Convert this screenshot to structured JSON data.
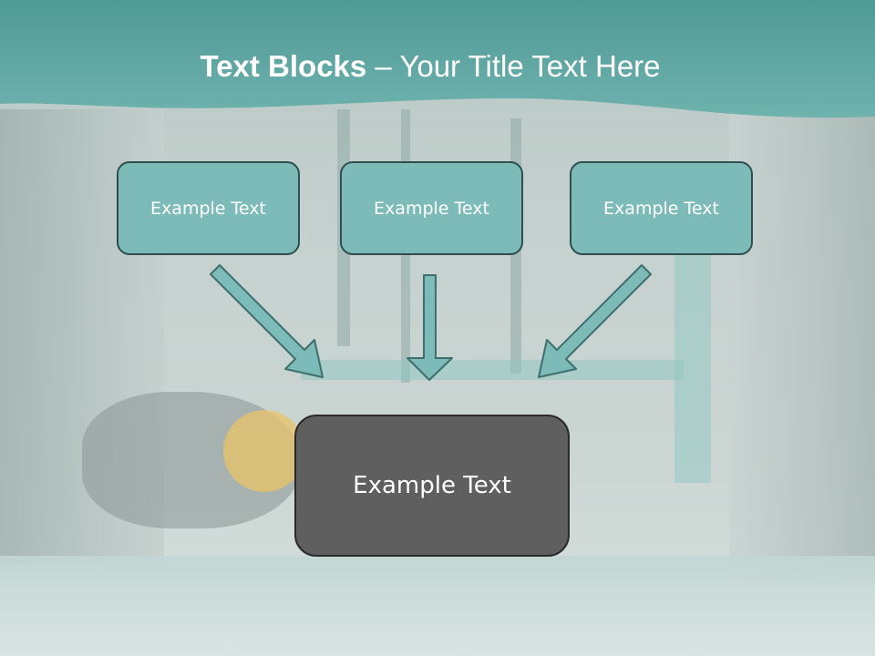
{
  "slide": {
    "title_bold": "Text Blocks",
    "title_rest": " – Your Title Text Here"
  },
  "blocks": [
    {
      "label": "Example Text"
    },
    {
      "label": "Example Text"
    },
    {
      "label": "Example Text"
    }
  ],
  "target": {
    "label": "Example Text"
  },
  "colors": {
    "banner": "#5ea6a2",
    "box_fill": "#7dbbb8",
    "target_fill": "#5f5f5f",
    "arrow_fill": "#7dbbb8",
    "arrow_stroke": "#3f6f6c"
  }
}
